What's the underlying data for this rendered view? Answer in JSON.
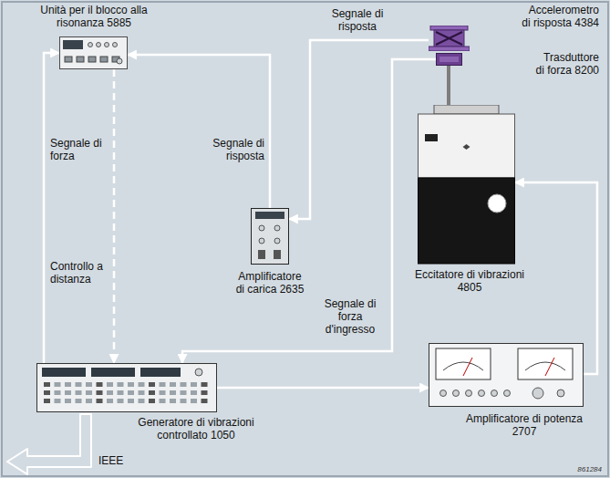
{
  "diagram": {
    "nodes": [
      {
        "text": [
          "Unità per il blocco alla risonanza 5885"
        ]
      },
      {
        "text": [
          "Accelerometro di risposta 4384"
        ]
      },
      {
        "text": [
          "Trasduttore di forza 8200"
        ]
      },
      {
        "text": [
          "Amplificatore di carica 2635"
        ]
      },
      {
        "text": [
          "Eccitatore di vibrazioni 4805"
        ]
      },
      {
        "text": [
          "Generatore di vibrazioni controllato 1050"
        ]
      },
      {
        "text": [
          "Amplificatore di potenza 2707"
        ]
      }
    ],
    "edges": [
      {
        "from": 1,
        "to": 3,
        "arrow": "to",
        "label": "Segnale di risposta"
      },
      {
        "from": 3,
        "to": 0,
        "arrow": "to",
        "label": "Segnale di risposta"
      },
      {
        "from": 2,
        "to": 5,
        "arrow": "to",
        "label": "Segnale di forza d'ingresso"
      },
      {
        "from": 5,
        "to": 0,
        "arrow": "to",
        "label": "Segnale di forza"
      },
      {
        "from": 0,
        "to": 5,
        "arrow": "to",
        "label": "Controllo a distanza"
      },
      {
        "from": 5,
        "to": 6,
        "arrow": "to"
      },
      {
        "from": 6,
        "to": 4,
        "arrow": "to"
      }
    ],
    "labels": [
      "IEEE",
      "861284"
    ]
  }
}
